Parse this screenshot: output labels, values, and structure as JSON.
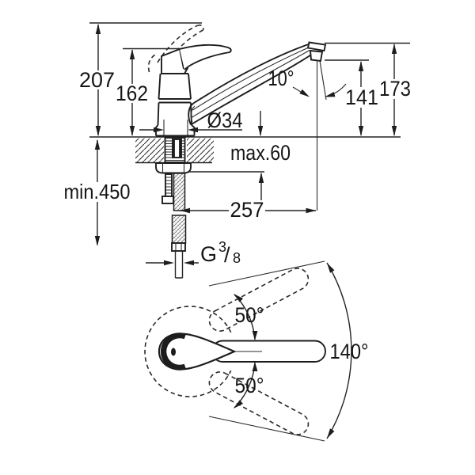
{
  "diagram": {
    "labels": {
      "height_overall": "207",
      "height_lever": "162",
      "shank_diameter": "Ø34",
      "spout_tilt_angle": "10°",
      "outlet_height": "141",
      "spout_height": "173",
      "counter_max": "max.60",
      "hose_min": "min.450",
      "reach": "257",
      "thread_g": "G",
      "thread_sup": "3",
      "thread_slash": "/",
      "thread_sub": "8",
      "swivel_up": "50°",
      "swivel_down": "50°",
      "swivel_total": "140°"
    },
    "colors": {
      "line": "#242424",
      "text": "#161616",
      "background": "#ffffff"
    }
  }
}
